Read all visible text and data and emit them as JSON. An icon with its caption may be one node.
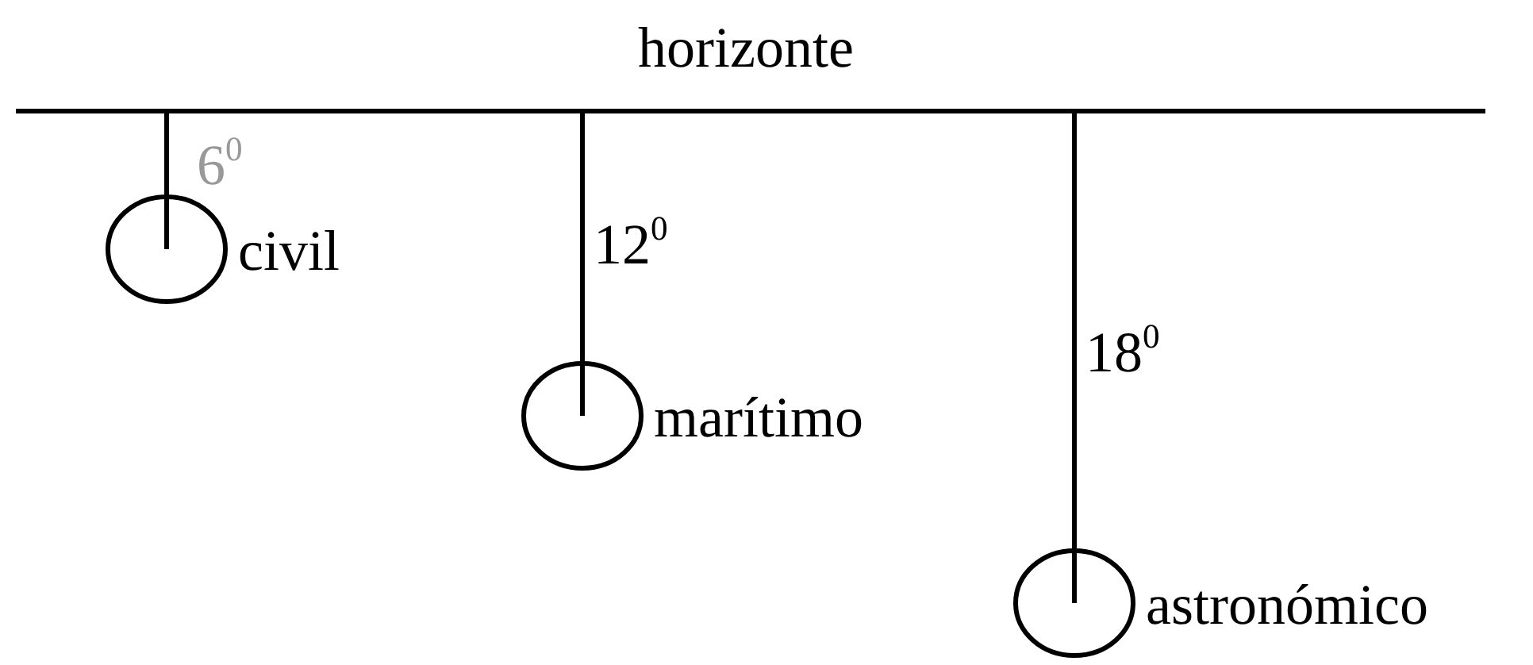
{
  "diagram": {
    "nodes": [
      {
        "text": [],
        "shape": "circle",
        "beside": [
          "civil"
        ]
      },
      {
        "text": [],
        "shape": "circle",
        "beside": [
          "marítimo"
        ]
      },
      {
        "text": [],
        "shape": "circle",
        "beside": [
          "astronómico"
        ]
      }
    ],
    "labels": [
      "horizonte",
      "6$^{0}$",
      "12$^{0}$",
      "18$^{0}$"
    ]
  }
}
